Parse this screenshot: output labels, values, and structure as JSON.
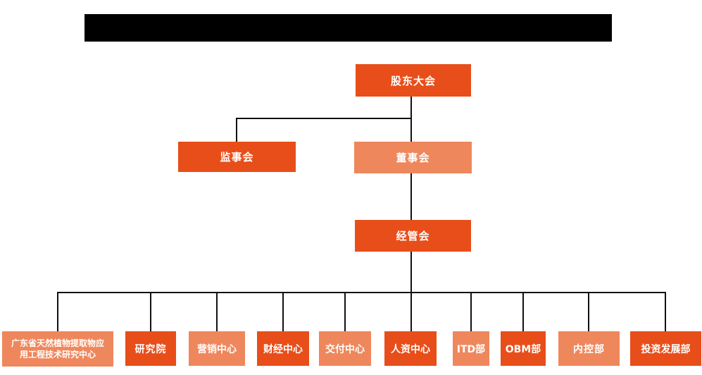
{
  "colors": {
    "primary": "#E84E1A",
    "secondary": "#EF875C",
    "line": "#111111",
    "redacted_bar": "#000000",
    "text": "#FFFFFF"
  },
  "org": {
    "root": {
      "label": "股东大会",
      "variant": "dark"
    },
    "level2": [
      {
        "label": "监事会",
        "variant": "dark"
      },
      {
        "label": "董事会",
        "variant": "light"
      }
    ],
    "level3": {
      "label": "经管会",
      "variant": "dark"
    },
    "leaves": [
      {
        "label": "广东省天然植物提取物应用工程技术研究中心",
        "label_line1": "广东省天然植物提取物应",
        "label_line2": "用工程技术研究中心",
        "variant": "light"
      },
      {
        "label": "研究院",
        "variant": "dark"
      },
      {
        "label": "营销中心",
        "variant": "light"
      },
      {
        "label": "财经中心",
        "variant": "dark"
      },
      {
        "label": "交付中心",
        "variant": "light"
      },
      {
        "label": "人资中心",
        "variant": "dark"
      },
      {
        "label": "ITD部",
        "variant": "light"
      },
      {
        "label": "OBM部",
        "variant": "dark"
      },
      {
        "label": "内控部",
        "variant": "light"
      },
      {
        "label": "投资发展部",
        "variant": "dark"
      }
    ]
  }
}
